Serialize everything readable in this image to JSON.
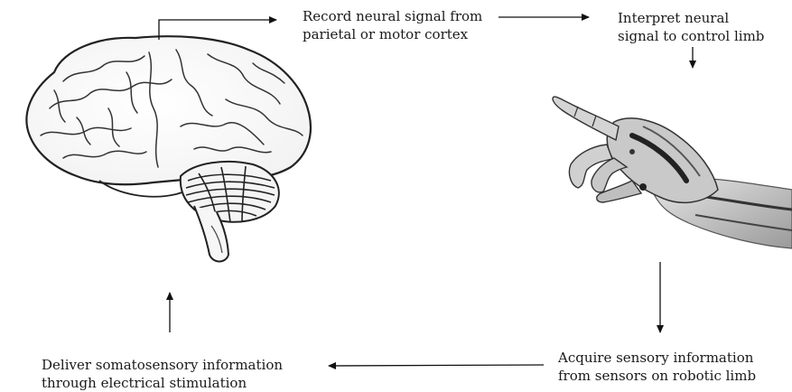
{
  "steps": {
    "record": {
      "line1": "Record neural signal from",
      "line2": "parietal or motor cortex"
    },
    "interpret": {
      "line1": "Interpret neural",
      "line2": "signal to control limb"
    },
    "acquire": {
      "line1": "Acquire sensory information",
      "line2": "from sensors on robotic limb"
    },
    "deliver": {
      "line1": "Deliver somatosensory information",
      "line2": "through electrical stimulation"
    }
  },
  "illustrations": {
    "brain": "brain-illustration",
    "hand": "robotic-hand-illustration"
  }
}
